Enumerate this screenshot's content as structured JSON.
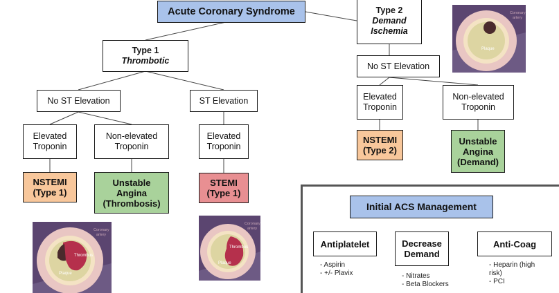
{
  "diagram": {
    "acs": "Acute Coronary Syndrome",
    "type1": {
      "title": "Type 1",
      "subtitle": "Thrombotic"
    },
    "type2": {
      "title": "Type 2",
      "subtitle_line1": "Demand",
      "subtitle_line2": "Ischemia"
    },
    "no_st_elevation": "No ST Elevation",
    "st_elevation": "ST Elevation",
    "elevated_troponin": [
      "Elevated",
      "Troponin"
    ],
    "non_elevated_troponin": [
      "Non-elevated",
      "Troponin"
    ],
    "nstemi1": [
      "NSTEMI",
      "(Type 1)"
    ],
    "unstable_thrombosis": [
      "Unstable",
      "Angina",
      "(Thrombosis)"
    ],
    "stemi1": [
      "STEMI",
      "(Type 1)"
    ],
    "nstemi2": [
      "NSTEMI",
      "(Type 2)"
    ],
    "unstable_demand": [
      "Unstable",
      "Angina",
      "(Demand)"
    ]
  },
  "management": {
    "title": "Initial ACS Management",
    "antiplatelet": {
      "label": "Antiplatelet",
      "items": [
        "- Aspirin",
        "- +/- Plavix"
      ]
    },
    "decrease_demand": {
      "label_line1": "Decrease",
      "label_line2": "Demand",
      "items": [
        "- Nitrates",
        "- Beta Blockers"
      ]
    },
    "anti_coag": {
      "label": "Anti-Coag",
      "items": [
        "- Heparin (high",
        "risk)",
        "- PCI"
      ]
    }
  },
  "illustrations": {
    "coronary_artery_label": [
      "Coronary",
      "artery"
    ],
    "plaque_label": "Plaque",
    "thrombus_label": "Thrombus"
  },
  "colors": {
    "blue_box": "#a9c2ea",
    "orange_box": "#f8c79b",
    "green_box": "#a9d29b",
    "red_box": "#e88f92"
  }
}
